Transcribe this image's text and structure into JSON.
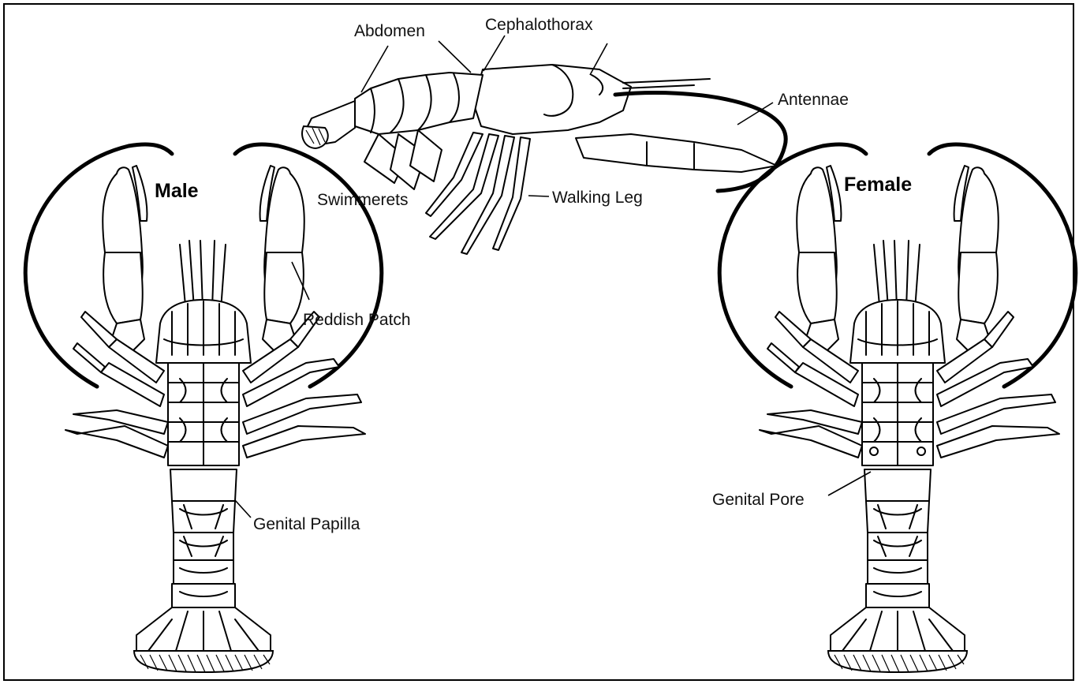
{
  "figure": {
    "titles": {
      "male": "Male",
      "female": "Female"
    },
    "labels": {
      "abdomen": "Abdomen",
      "cephalothorax": "Cephalothorax",
      "antennae": "Antennae",
      "swimmerets": "Swimmerets",
      "walking_leg": "Walking Leg",
      "reddish_patch": "Reddish Patch",
      "genital_papilla": "Genital Papilla",
      "genital_pore": "Genital Pore"
    }
  }
}
